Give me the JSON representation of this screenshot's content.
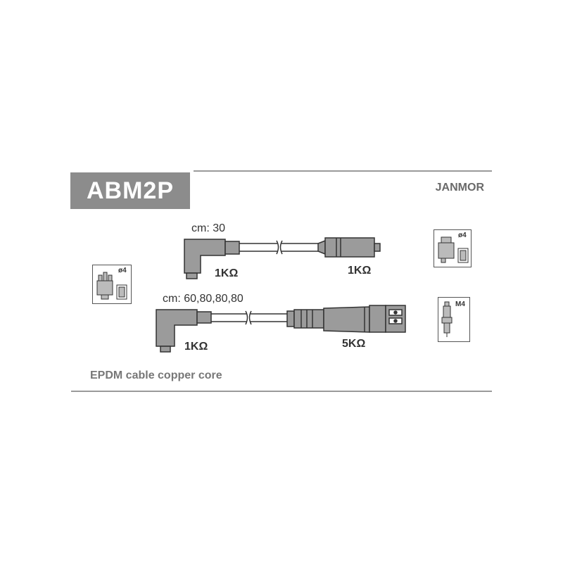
{
  "header": {
    "part_number": "ABM2P",
    "brand": "JANMOR"
  },
  "cable_set_1": {
    "length_label": "cm: 30",
    "left_resistance": "1KΩ",
    "right_resistance": "1KΩ"
  },
  "cable_set_2": {
    "length_label": "cm: 60,80,80,80",
    "left_resistance": "1KΩ",
    "right_resistance": "5KΩ"
  },
  "icons": {
    "distributor_cap": {
      "name": "distributor-cap-icon",
      "label": "ø4"
    },
    "coil": {
      "name": "ignition-coil-icon",
      "label": "ø4"
    },
    "spark_plug": {
      "name": "spark-plug-icon",
      "label": "M4"
    }
  },
  "footer": {
    "text": "EPDM cable copper core"
  },
  "colors": {
    "title_bg": "#8c8c8c",
    "boot_fill": "#9b9b9b",
    "outline": "#333333"
  }
}
